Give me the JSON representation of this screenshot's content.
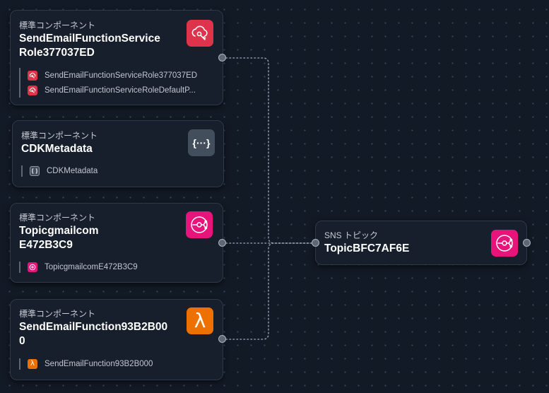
{
  "colors": {
    "iam_red": "#dd344c",
    "metadata_gray": "#434e5c",
    "sns_pink": "#e7157b",
    "lambda_orange": "#ed7100"
  },
  "nodes": {
    "role": {
      "type": "標準コンポーネント",
      "title_line1": "SendEmailFunctionService",
      "title_line2": "Role377037ED",
      "icon": "iam-role-icon",
      "resources": [
        "SendEmailFunctionServiceRole377037ED",
        "SendEmailFunctionServiceRoleDefaultP..."
      ]
    },
    "metadata": {
      "type": "標準コンポーネント",
      "title": "CDKMetadata",
      "icon": "braces-icon",
      "icon_text": "{···}",
      "resource": "CDKMetadata"
    },
    "topic_sub": {
      "type": "標準コンポーネント",
      "title_line1_a": "Topic",
      "title_line1_b": "gmailcom",
      "title_line2": "E472B3C9",
      "icon": "sns-topic-icon",
      "resource_a": "Topic",
      "resource_b": "gmailcomE472B3C9"
    },
    "lambda": {
      "type": "標準コンポーネント",
      "title_line1": "SendEmailFunction93B2B00",
      "title_line2": "0",
      "icon": "lambda-icon",
      "icon_text": "λ",
      "resource": "SendEmailFunction93B2B000"
    },
    "sns": {
      "type": "SNS トピック",
      "title": "TopicBFC7AF6E",
      "icon": "sns-topic-icon"
    }
  }
}
